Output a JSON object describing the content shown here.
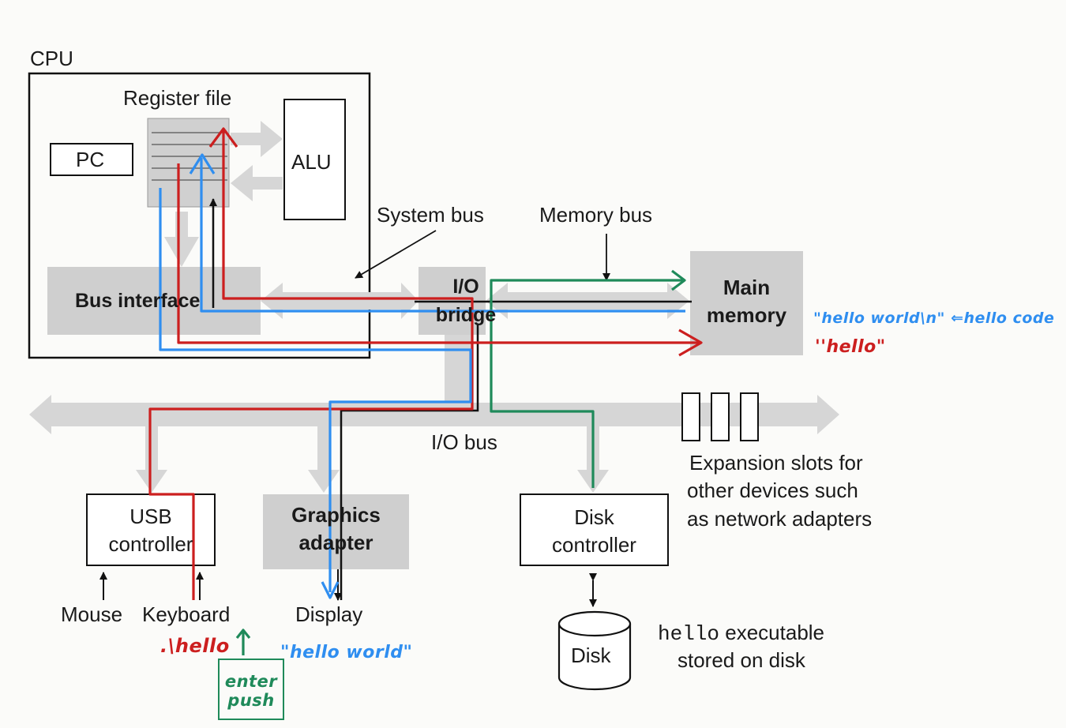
{
  "colors": {
    "red_path": "#cc1f1f",
    "blue_path": "#2f8ef0",
    "green_path": "#1f8a5a",
    "gray_box": "#d0d0d0",
    "bus_gray": "#cdcdcd",
    "black": "#111111"
  },
  "cpu": {
    "label": "CPU",
    "register_file": "Register file",
    "pc": "PC",
    "alu": "ALU",
    "bus_interface": "Bus interface"
  },
  "buses": {
    "system_bus": "System bus",
    "memory_bus": "Memory bus",
    "io_bus": "I/O bus"
  },
  "io_bridge": {
    "line1": "I/O",
    "line2": "bridge"
  },
  "main_memory": {
    "line1": "Main",
    "line2": "memory"
  },
  "devices": {
    "usb": {
      "line1": "USB",
      "line2": "controller"
    },
    "graphics": {
      "line1": "Graphics",
      "line2": "adapter"
    },
    "disk_controller": {
      "line1": "Disk",
      "line2": "controller"
    },
    "expansion": {
      "line1": "Expansion slots for",
      "line2": "other devices such",
      "line3": "as network adapters"
    },
    "mouse": "Mouse",
    "keyboard": "Keyboard",
    "display": "Display",
    "disk": "Disk",
    "hello_code": "hello",
    "hello_rest": "executable",
    "hello_line2": "stored on disk"
  },
  "annotations": {
    "hello_world_n": "\"hello world\\n\" ⇐hello code",
    "hello_red": "''hello\"",
    "cmd_hello": ".\\hello",
    "enter": "enter",
    "push": "push",
    "hello_world_display": "\"hello world\""
  }
}
